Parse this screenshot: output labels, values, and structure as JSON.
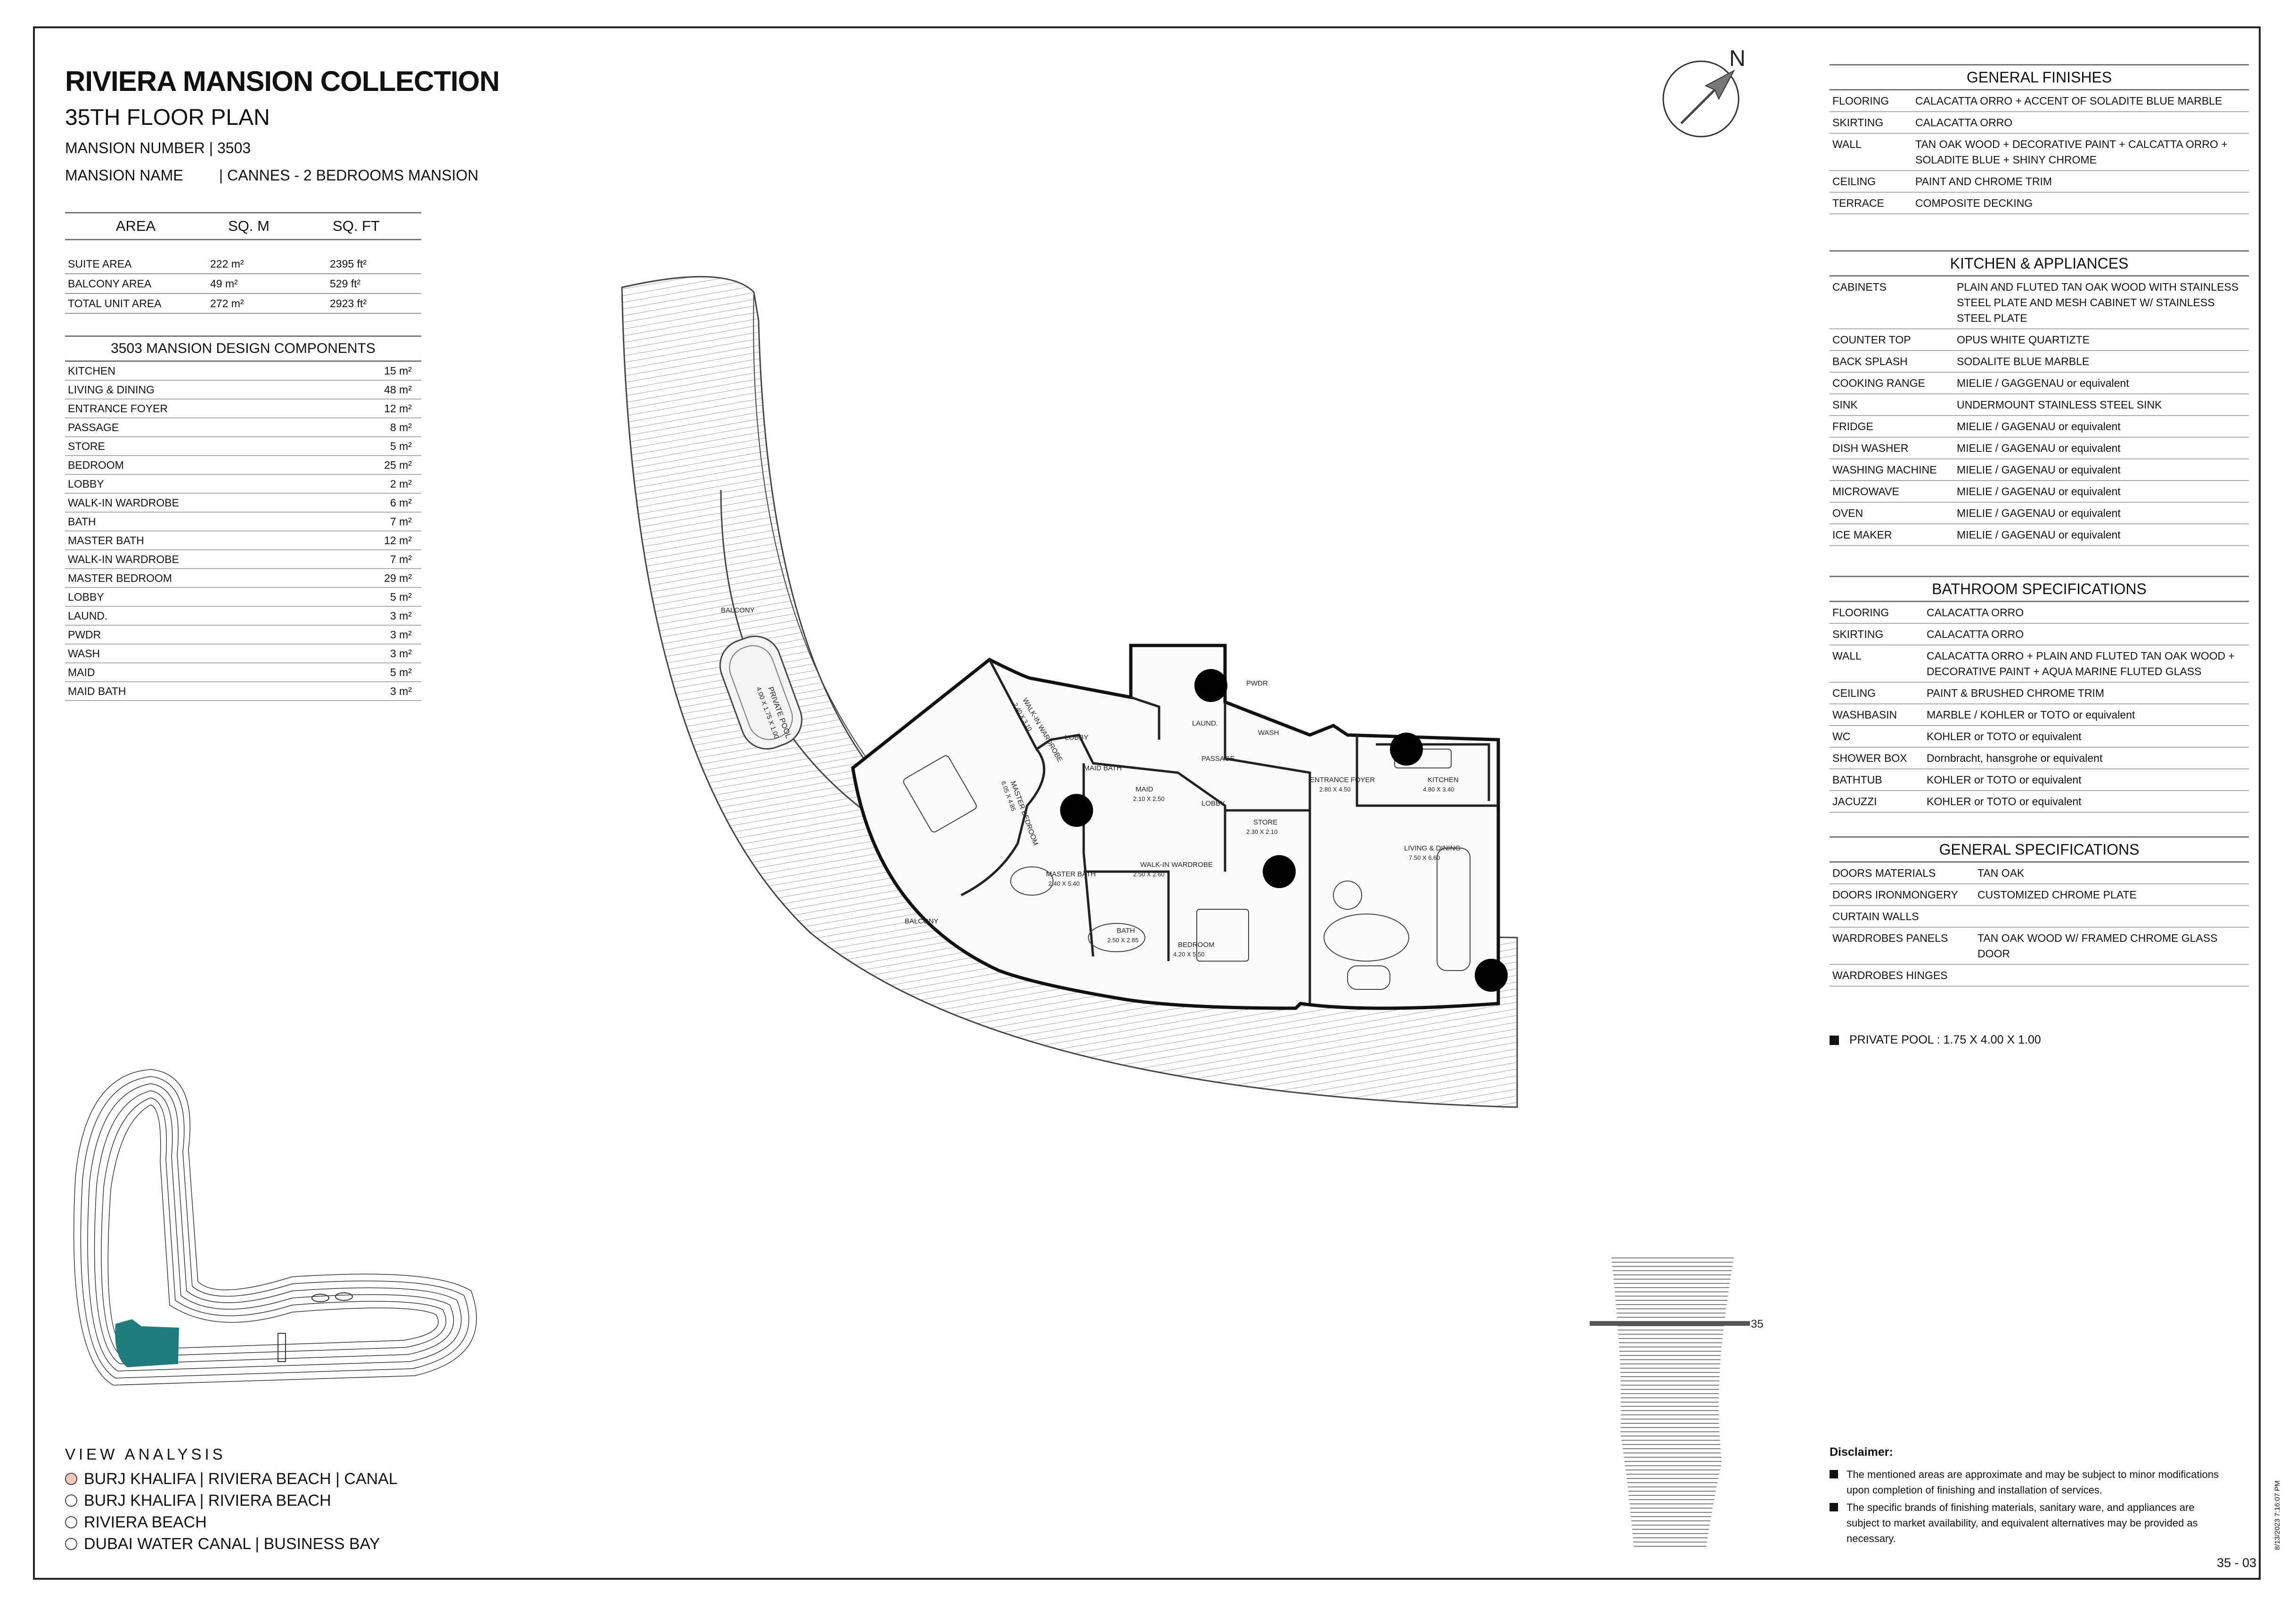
{
  "header": {
    "title": "RIVIERA MANSION COLLECTION",
    "subtitle": "35TH FLOOR PLAN",
    "mansion_number_label": "MANSION NUMBER",
    "mansion_number": "| 3503",
    "mansion_name_label": "MANSION NAME",
    "mansion_name": "| CANNES - 2 BEDROOMS MANSION"
  },
  "area_table": {
    "headers": [
      "AREA",
      "SQ. M",
      "SQ. FT"
    ],
    "rows": [
      [
        "SUITE AREA",
        "222 m²",
        "2395 ft²"
      ],
      [
        "BALCONY AREA",
        "49 m²",
        "529 ft²"
      ],
      [
        "TOTAL UNIT AREA",
        "272 m²",
        "2923 ft²"
      ]
    ]
  },
  "components": {
    "title": "3503 MANSION DESIGN COMPONENTS",
    "rows": [
      [
        "KITCHEN",
        "15 m²"
      ],
      [
        "LIVING & DINING",
        "48 m²"
      ],
      [
        "ENTRANCE FOYER",
        "12 m²"
      ],
      [
        "PASSAGE",
        "8 m²"
      ],
      [
        "STORE",
        "5 m²"
      ],
      [
        "BEDROOM",
        "25 m²"
      ],
      [
        "LOBBY",
        "2 m²"
      ],
      [
        "WALK-IN WARDROBE",
        "6 m²"
      ],
      [
        "BATH",
        "7 m²"
      ],
      [
        "MASTER BATH",
        "12 m²"
      ],
      [
        "WALK-IN WARDROBE",
        "7 m²"
      ],
      [
        "MASTER BEDROOM",
        "29 m²"
      ],
      [
        "LOBBY",
        "5 m²"
      ],
      [
        "LAUND.",
        "3 m²"
      ],
      [
        "PWDR",
        "3 m²"
      ],
      [
        "WASH",
        "3 m²"
      ],
      [
        "MAID",
        "5 m²"
      ],
      [
        "MAID BATH",
        "3 m²"
      ]
    ]
  },
  "general_finishes": {
    "title": "GENERAL FINISHES",
    "rows": [
      [
        "FLOORING",
        "CALACATTA ORRO + ACCENT OF SOLADITE BLUE MARBLE"
      ],
      [
        "SKIRTING",
        "CALACATTA ORRO"
      ],
      [
        "WALL",
        "TAN OAK WOOD + DECORATIVE PAINT + CALCATTA ORRO + SOLADITE BLUE + SHINY CHROME"
      ],
      [
        "CEILING",
        "PAINT AND CHROME TRIM"
      ],
      [
        "TERRACE",
        "COMPOSITE DECKING"
      ]
    ]
  },
  "kitchen": {
    "title": "KITCHEN & APPLIANCES",
    "rows": [
      [
        "CABINETS",
        "PLAIN AND FLUTED TAN OAK WOOD WITH STAINLESS STEEL PLATE AND MESH CABINET W/ STAINLESS STEEL PLATE"
      ],
      [
        "COUNTER TOP",
        "OPUS WHITE QUARTIZTE"
      ],
      [
        "BACK SPLASH",
        "SODALITE BLUE MARBLE"
      ],
      [
        "COOKING RANGE",
        "MIELIE / GAGGENAU or equivalent"
      ],
      [
        "SINK",
        "UNDERMOUNT STAINLESS STEEL SINK"
      ],
      [
        "FRIDGE",
        "MIELIE / GAGENAU or equivalent"
      ],
      [
        "DISH WASHER",
        "MIELIE / GAGENAU or equivalent"
      ],
      [
        "WASHING MACHINE",
        "MIELIE / GAGENAU or equivalent"
      ],
      [
        "MICROWAVE",
        "MIELIE / GAGENAU or equivalent"
      ],
      [
        "OVEN",
        "MIELIE / GAGENAU or equivalent"
      ],
      [
        "ICE MAKER",
        "MIELIE / GAGENAU or equivalent"
      ]
    ]
  },
  "bathroom": {
    "title": "BATHROOM SPECIFICATIONS",
    "rows": [
      [
        "FLOORING",
        "CALACATTA ORRO"
      ],
      [
        "SKIRTING",
        "CALACATTA ORRO"
      ],
      [
        "WALL",
        "CALACATTA ORRO + PLAIN AND FLUTED TAN OAK WOOD + DECORATIVE PAINT + AQUA MARINE FLUTED GLASS"
      ],
      [
        "CEILING",
        "PAINT & BRUSHED CHROME TRIM"
      ],
      [
        "WASHBASIN",
        "MARBLE / KOHLER or TOTO or equivalent"
      ],
      [
        "WC",
        "KOHLER or TOTO or equivalent"
      ],
      [
        "SHOWER BOX",
        "Dornbracht, hansgrohe or equivalent"
      ],
      [
        "BATHTUB",
        "KOHLER or TOTO or equivalent"
      ],
      [
        "JACUZZI",
        "KOHLER or TOTO or equivalent"
      ]
    ]
  },
  "general_specs": {
    "title": "GENERAL SPECIFICATIONS",
    "rows": [
      [
        "DOORS MATERIALS",
        "TAN OAK"
      ],
      [
        "DOORS IRONMONGERY",
        "CUSTOMIZED CHROME PLATE"
      ],
      [
        "CURTAIN WALLS",
        ""
      ],
      [
        "WARDROBES PANELS",
        "TAN OAK WOOD W/ FRAMED CHROME GLASS DOOR"
      ],
      [
        "WARDROBES HINGES",
        ""
      ]
    ]
  },
  "private_pool": "PRIVATE POOL :  1.75 X 4.00 X 1.00",
  "disclaimer": {
    "title": "Disclaimer:",
    "items": [
      "The mentioned areas are approximate and may be subject to minor modifications  upon completion of finishing and installation of services.",
      "The specific brands of finishing materials, sanitary ware, and appliances are subject to market availability, and equivalent alternatives may be provided as necessary."
    ]
  },
  "view_analysis": {
    "title": "VIEW ANALYSIS",
    "options": [
      {
        "label": "BURJ KHALIFA | RIVIERA BEACH | CANAL",
        "selected": true
      },
      {
        "label": "BURJ KHALIFA | RIVIERA BEACH",
        "selected": false
      },
      {
        "label": "RIVIERA BEACH",
        "selected": false
      },
      {
        "label": "DUBAI WATER CANAL | BUSINESS BAY",
        "selected": false
      }
    ]
  },
  "north_label": "N",
  "floor_marker": "35",
  "page_number": "35 - 03",
  "datestamp": "8/13/2023 7:16:07 PM",
  "plan_labels": {
    "balcony_top": "BALCONY",
    "balcony_bottom": "BALCONY",
    "private_pool": "PRIVATE POOL",
    "pool_dims": "4.00 X 1.75 X 1.00",
    "master_bedroom": "MASTER BEDROOM",
    "master_bedroom_dims": "6.05 X 4.85",
    "walkin_1": "WALK-IN WARDROBE",
    "walkin_1_dims": "2.40 X 3.10",
    "lobby_1": "LOBBY",
    "maid_bath": "MAID BATH",
    "maid": "MAID",
    "maid_dims": "2.10 X 2.50",
    "lobby_2": "LOBBY",
    "master_bath": "MASTER BATH",
    "master_bath_dims": "2.40 X 5.40",
    "walkin_2": "WALK-IN WARDROBE",
    "walkin_2_dims": "2.50 X 2.60",
    "bath": "BATH",
    "bath_dims": "2.50 X 2.85",
    "bedroom": "BEDROOM",
    "bedroom_dims": "4.20 X 5.50",
    "store": "STORE",
    "store_dims": "2.30 X 2.10",
    "passage": "PASSAGE",
    "laund": "LAUND.",
    "pwdr": "PWDR",
    "wash": "WASH",
    "entrance_foyer": "ENTRANCE FOYER",
    "entrance_foyer_dims": "2.80 X 4.50",
    "kitchen": "KITCHEN",
    "kitchen_dims": "4.80 X 3.40",
    "living_dining": "LIVING & DINING",
    "living_dining_dims": "7.50 X 6.60"
  },
  "colors": {
    "accent_teal": "#1f7c7c",
    "selected_dot": "#f6c8b8"
  }
}
